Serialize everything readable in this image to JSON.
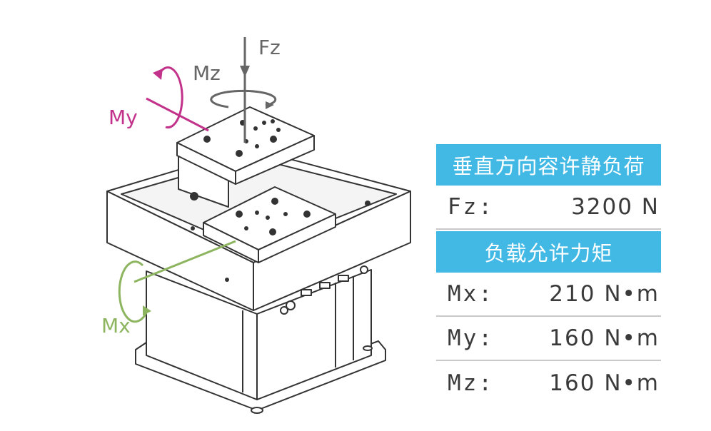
{
  "diagram": {
    "labels": {
      "fz": "Fz",
      "mz": "Mz",
      "my": "My",
      "mx": "Mx"
    },
    "colors": {
      "fz": "#666666",
      "mz": "#666666",
      "my": "#c2328a",
      "mx": "#8db55f",
      "line": "#333333"
    }
  },
  "table": {
    "header1": "垂直方向容许静负荷",
    "fz_key": "Fz:",
    "fz_value": "3200 N",
    "header2": "负载允许力矩",
    "rows": [
      {
        "key": "Mx:",
        "value": "210 N•m"
      },
      {
        "key": "My:",
        "value": "160 N•m"
      },
      {
        "key": "Mz:",
        "value": "160 N•m"
      }
    ],
    "header_color": "#42b9e4"
  }
}
